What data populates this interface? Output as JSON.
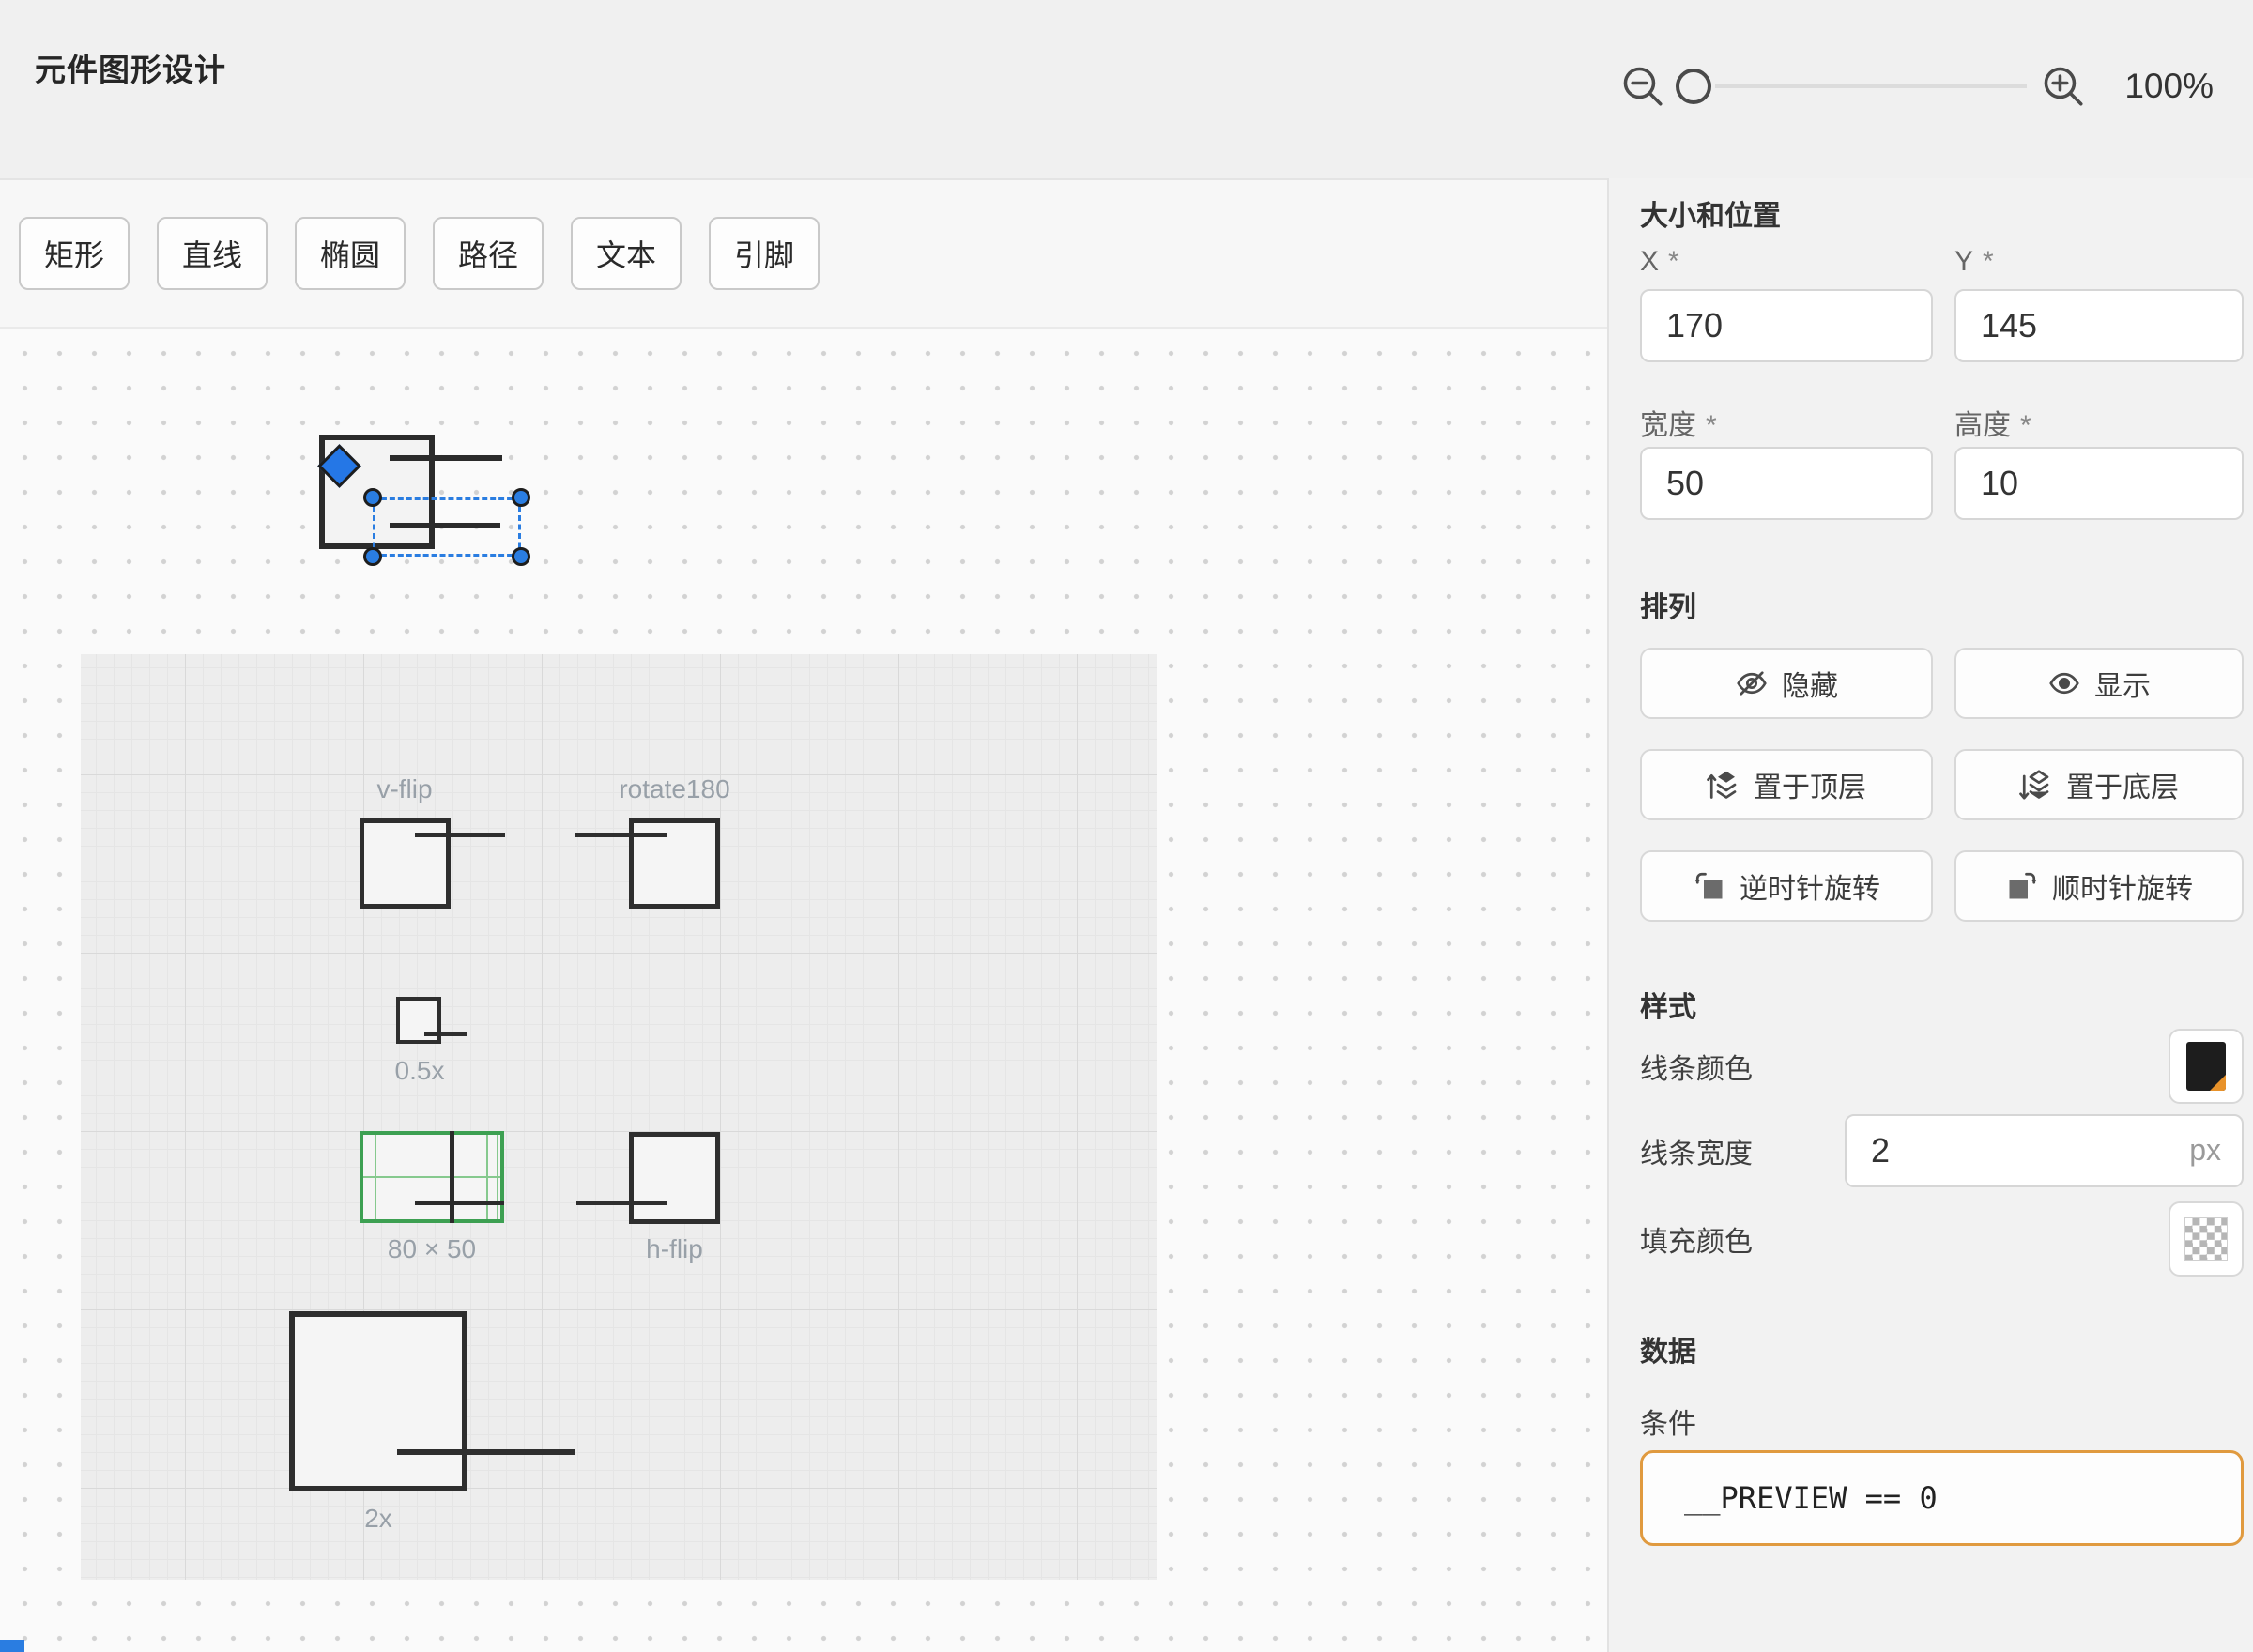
{
  "header": {
    "title": "元件图形设计",
    "zoom_level": "100%"
  },
  "toolbar": {
    "buttons": [
      {
        "label": "矩形"
      },
      {
        "label": "直线"
      },
      {
        "label": "椭圆"
      },
      {
        "label": "路径"
      },
      {
        "label": "文本"
      },
      {
        "label": "引脚"
      }
    ]
  },
  "canvas": {
    "shape_labels": {
      "v_flip": "v-flip",
      "rotate180": "rotate180",
      "half": "0.5x",
      "scaled": "80 × 50",
      "h_flip": "h-flip",
      "double": "2x"
    }
  },
  "panel": {
    "size_position": {
      "title": "大小和位置",
      "required_marker": "*",
      "fields": {
        "x": {
          "label": "X",
          "value": "170"
        },
        "y": {
          "label": "Y",
          "value": "145"
        },
        "width": {
          "label": "宽度",
          "value": "50"
        },
        "height": {
          "label": "高度",
          "value": "10"
        }
      }
    },
    "arrange": {
      "title": "排列",
      "buttons": [
        {
          "label": "隐藏",
          "icon": "eye-off-icon"
        },
        {
          "label": "显示",
          "icon": "eye-icon"
        },
        {
          "label": "置于顶层",
          "icon": "layers-up-icon"
        },
        {
          "label": "置于底层",
          "icon": "layers-down-icon"
        },
        {
          "label": "逆时针旋转",
          "icon": "rotate-ccw-icon"
        },
        {
          "label": "顺时针旋转",
          "icon": "rotate-cw-icon"
        }
      ]
    },
    "style": {
      "title": "样式",
      "line_color_label": "线条颜色",
      "line_color_hex": "#1d1d1d",
      "line_color_accent": "#e8922a",
      "line_width_label": "线条宽度",
      "line_width_value": "2",
      "line_width_unit": "px",
      "fill_color_label": "填充颜色",
      "fill_color_style": "transparent-checker"
    },
    "data": {
      "title": "数据",
      "condition_label": "条件",
      "condition_value": "__PREVIEW == 0"
    }
  },
  "colors": {
    "accent_blue": "#2a7de1",
    "preview_green": "#3da052",
    "condition_border": "#e09a3f",
    "shape_stroke": "#2b2b2b"
  }
}
